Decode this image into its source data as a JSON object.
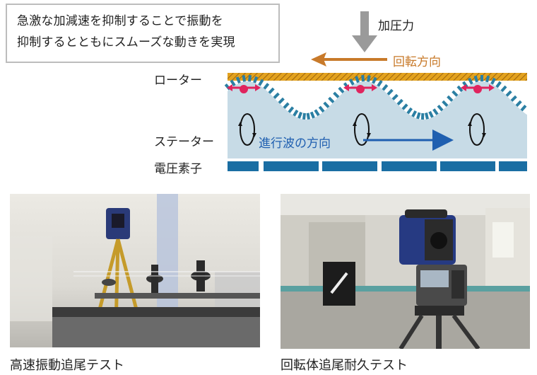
{
  "callout": {
    "line1": "急激な加減速を抑制することで振動を",
    "line2": "抑制するとともにスムーズな動きを実現"
  },
  "diagram": {
    "pressure_label": "加圧力",
    "rotation_label": "回転方向",
    "rotor_label": "ローター",
    "stator_label": "ステーター",
    "wave_label": "進行波の方向",
    "piezo_label": "電圧素子",
    "colors": {
      "rotor": "#e3a21e",
      "stator": "#c7dbe6",
      "teeth": "#2b7fa3",
      "piezo": "#1a6ea3",
      "arrow_orange": "#c87a2a",
      "arrow_gray": "#9a9a9a",
      "arrow_blue": "#1f5fb0",
      "marker": "#e0245e"
    }
  },
  "photos": {
    "left_caption": "高速振動追尾テスト",
    "right_caption": "回転体追尾耐久テスト"
  }
}
